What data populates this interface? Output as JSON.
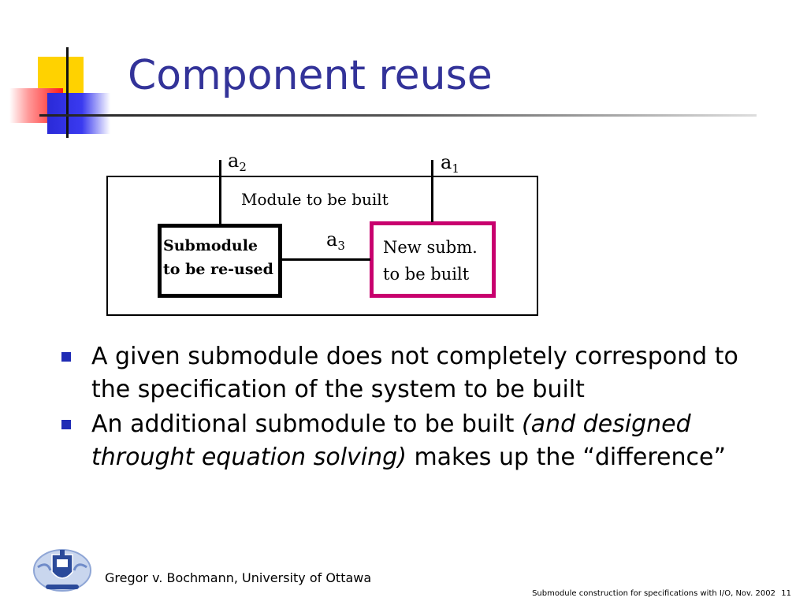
{
  "slide": {
    "title": "Component reuse",
    "accent_color": "#333399"
  },
  "diagram": {
    "port_a2": {
      "base": "a",
      "sub": "2"
    },
    "port_a1": {
      "base": "a",
      "sub": "1"
    },
    "port_a3": {
      "base": "a",
      "sub": "3"
    },
    "outer_label": "Module to be built",
    "reuse_label_line1": "Submodule",
    "reuse_label_line2": "to be re-used",
    "new_label_line1": "New subm.",
    "new_label_line2": "to be built",
    "new_box_color": "#c8006e"
  },
  "bullets": [
    {
      "text": "A given submodule does not completely correspond to the specification of the system to be built"
    },
    {
      "text_before": "An additional submodule to be built ",
      "text_italic": "(and designed throught equation solving)",
      "text_after": " makes up the “difference”"
    }
  ],
  "footer": {
    "author": "Gregor v. Bochmann, University of Ottawa",
    "footnote": "Submodule construction for specifications with I/O, Nov. 2002",
    "slide_number": "11",
    "crest_icon": "university-crest-icon"
  }
}
